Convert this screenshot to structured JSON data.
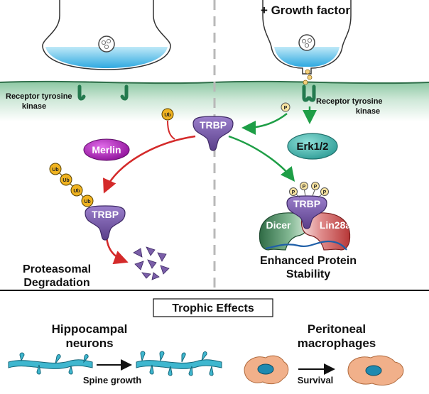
{
  "top": {
    "growth_factor": "+ Growth factor",
    "receptor_left": [
      "Receptor tyrosine",
      "kinase"
    ],
    "receptor_right": [
      "Receptor tyrosine",
      "kinase"
    ]
  },
  "proteins": {
    "trbp_center": "TRBP",
    "trbp_left": "TRBP",
    "trbp_complex": "TRBP",
    "merlin": "Merlin",
    "erk": "Erk1/2",
    "dicer": "Dicer",
    "lin28a": "Lin28a"
  },
  "modifiers": {
    "ub": "Ub",
    "p": "P"
  },
  "outcomes": {
    "left": [
      "Proteasomal",
      "Degradation"
    ],
    "right": [
      "Enhanced Protein",
      "Stability"
    ]
  },
  "bottom": {
    "title": "Trophic Effects",
    "left_title": [
      "Hippocampal",
      "neurons"
    ],
    "left_caption": "Spine growth",
    "right_title": [
      "Peritoneal",
      "macrophages"
    ],
    "right_caption": "Survival"
  },
  "colors": {
    "membrane_green": "#2e8b57",
    "trbp_purple": "#7a5ea8",
    "merlin_magenta": "#b41fc0",
    "erk_teal": "#4bb5ae",
    "arrow_red": "#d42a2a",
    "arrow_green": "#1e9e46",
    "ub_gold": "#f0b320",
    "dicer_green": "#3f7a55",
    "lin28_red": "#c84b4b",
    "vesicle_blue": "#46bde8",
    "spine_blue": "#3fb7cf",
    "cell_orange": "#f1b08a"
  }
}
